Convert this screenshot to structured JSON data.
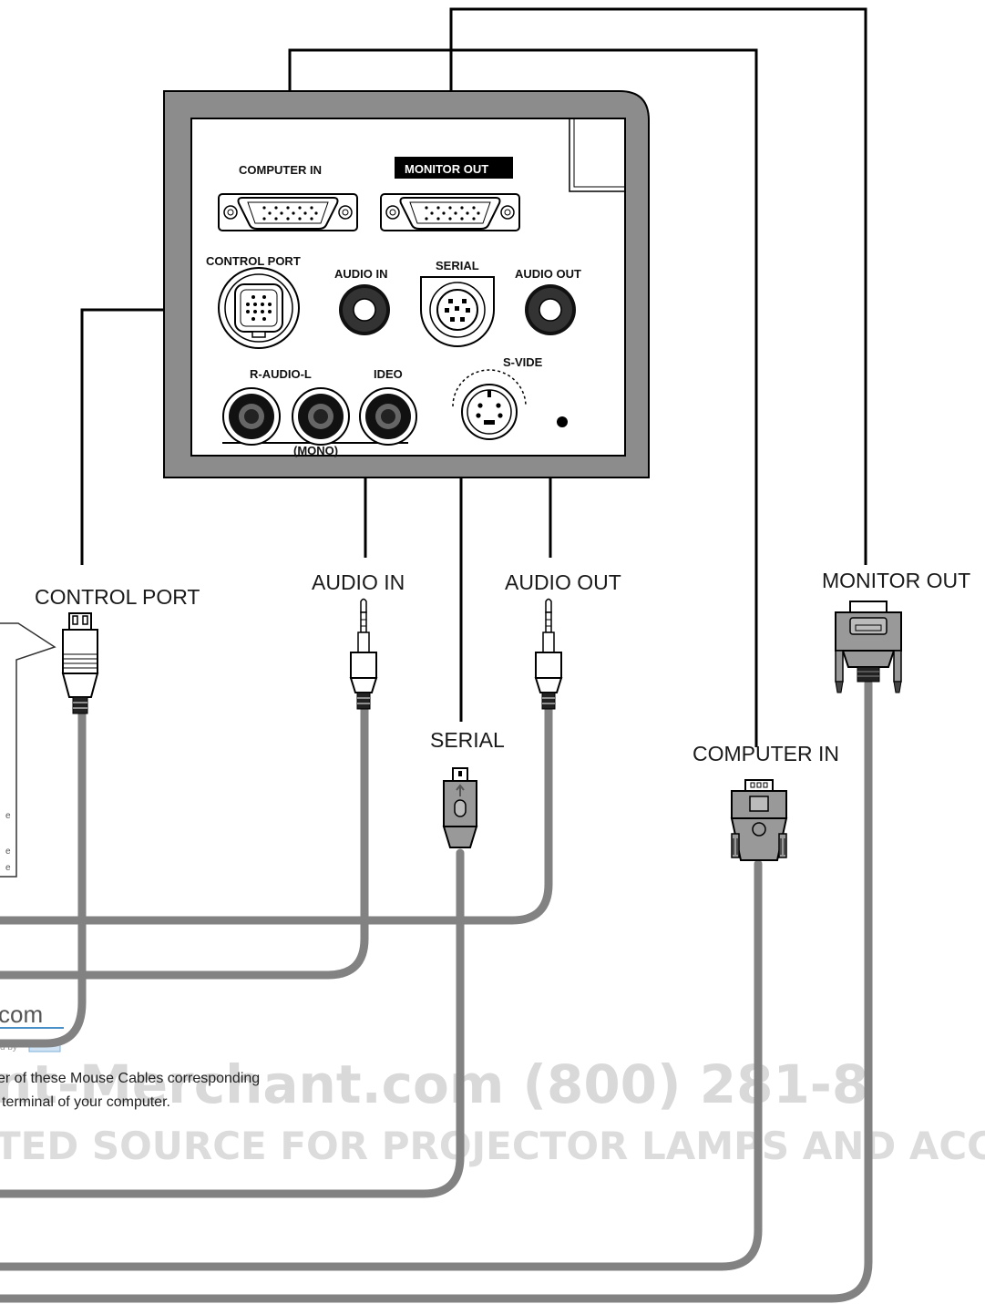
{
  "colors": {
    "cable": "#828282",
    "panel_frame": "#8c8c8c",
    "line": "#000000",
    "watermark": "#d9d9d9"
  },
  "panel": {
    "computer_in": "COMPUTER IN",
    "monitor_out": "MONITOR OUT",
    "control_port": "CONTROL PORT",
    "audio_in": "AUDIO IN",
    "serial": "SERIAL",
    "audio_out": "AUDIO OUT",
    "r_audio_l": "R-AUDIO-L",
    "video": "IDEO",
    "s_video": "S-VIDE",
    "mono": "(MONO)"
  },
  "cables": {
    "control_port": "CONTROL PORT",
    "audio_in": "AUDIO IN",
    "audio_out": "AUDIO OUT",
    "monitor_out": "MONITOR OUT",
    "serial": "SERIAL",
    "computer_in": "COMPUTER IN"
  },
  "note": {
    "line1": "er of these Mouse Cables corresponding",
    "line2": "terminal of your computer."
  },
  "watermark": {
    "site": "nt-Merchant.com (800) 281-8",
    "tagline": "TED SOURCE FOR PROJECTOR LAMPS AND ACCESSORI",
    "logo_text": "com",
    "powered": "d by"
  },
  "icons": [
    "vga-port-icon",
    "mini-din-port-icon",
    "audio-jack-icon",
    "rca-jack-icon",
    "s-video-port-icon",
    "mini-din-plug-icon",
    "audio-plug-icon",
    "vga-plug-icon"
  ]
}
